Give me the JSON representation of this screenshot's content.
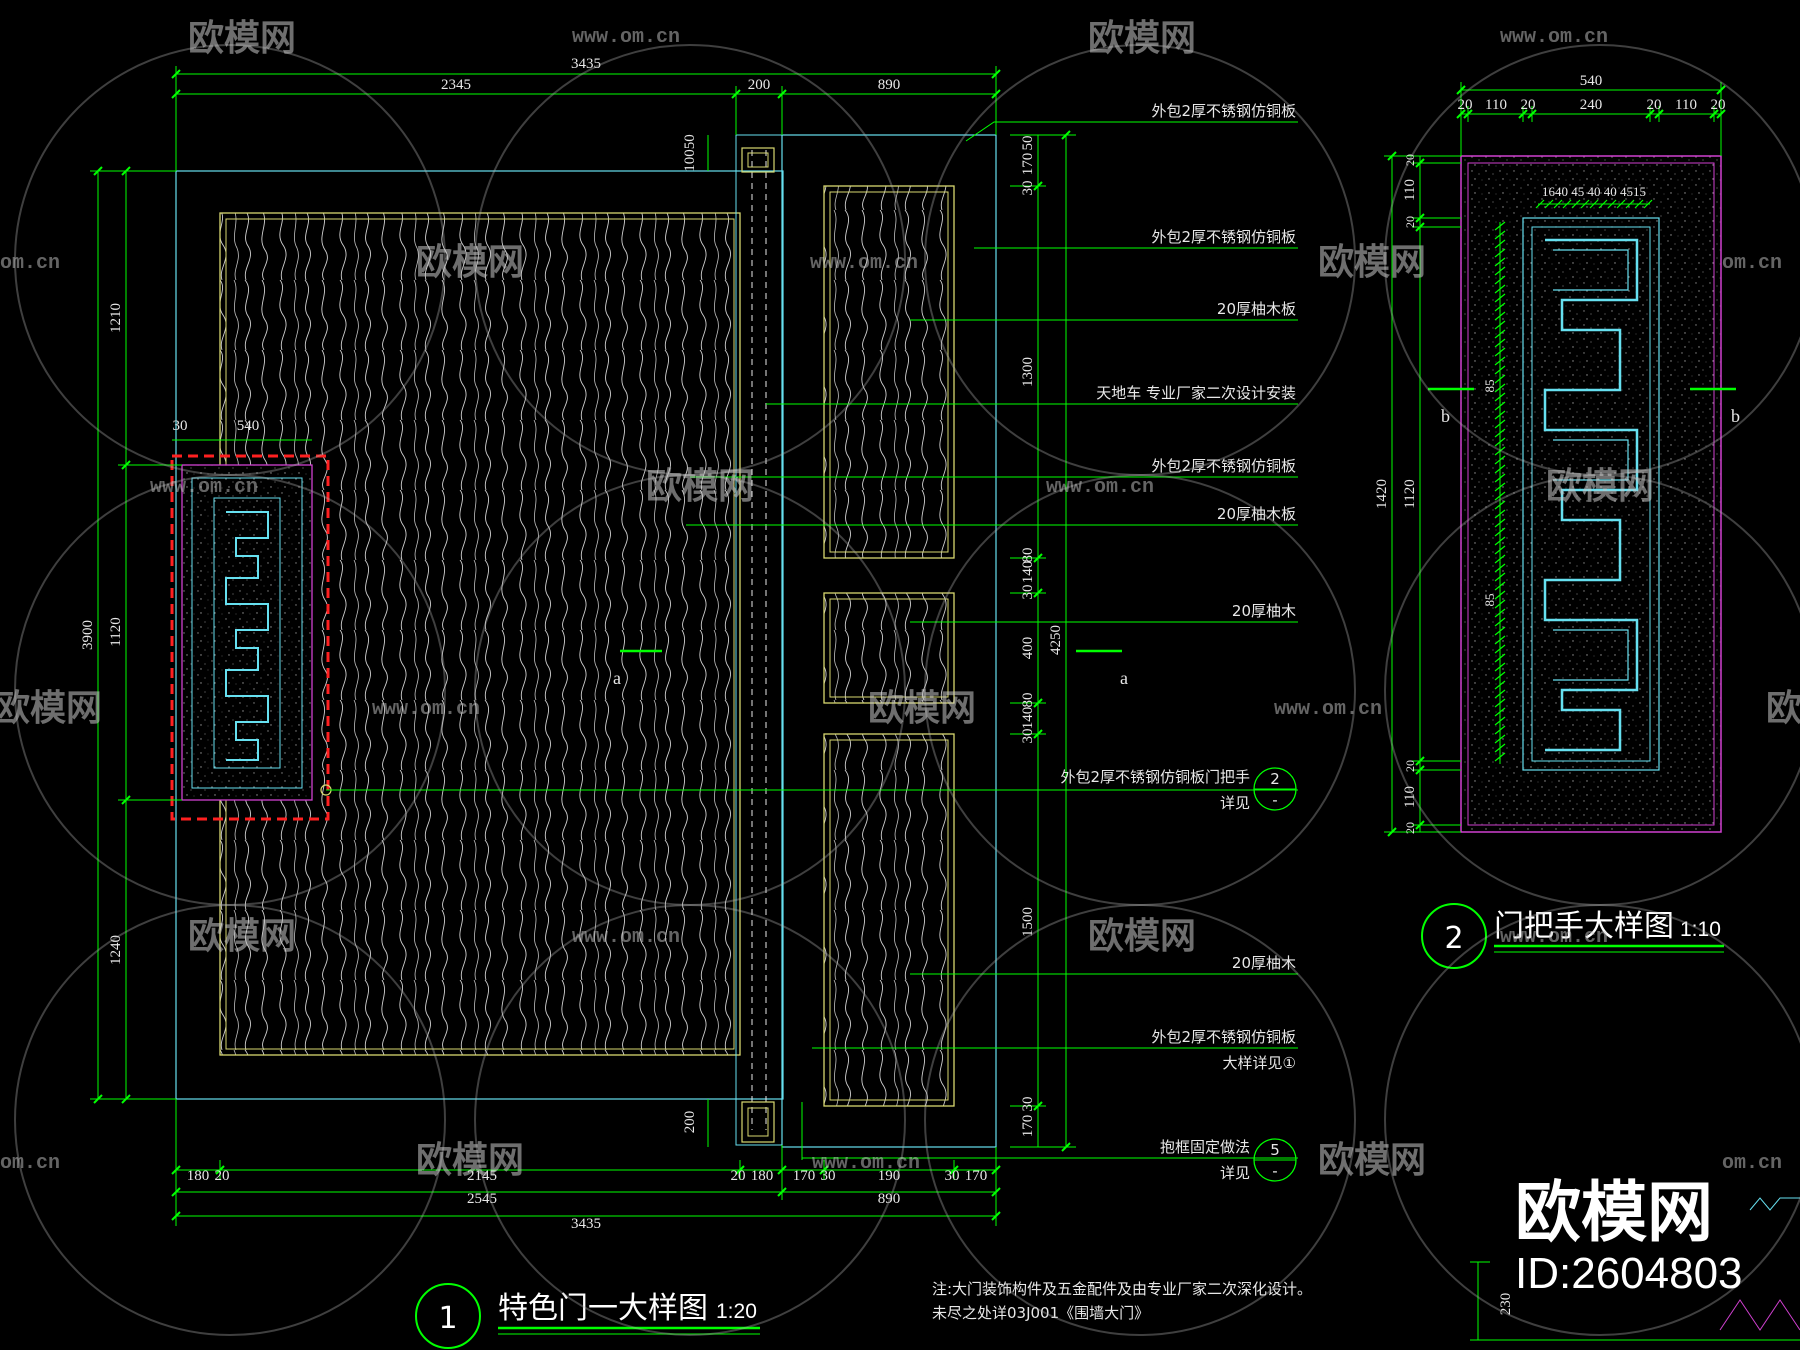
{
  "drawing1": {
    "title": "特色门一大样图",
    "scale": "1:20",
    "number": "1",
    "top_dims": [
      "3435",
      "2345",
      "200",
      "890"
    ],
    "bottom_dims_row1": [
      "180",
      "20",
      "2145",
      "20",
      "180",
      "170",
      "30",
      "190",
      "30",
      "170"
    ],
    "bottom_dims_row2": [
      "2545",
      "890"
    ],
    "bottom_dims_row3": "3435",
    "left_dims": [
      "3900",
      "1210",
      "1120",
      "1240"
    ],
    "handle_dims": [
      "30",
      "540"
    ],
    "right_dims": [
      "50",
      "170",
      "30",
      "1300",
      "30",
      "140",
      "80",
      "400",
      "80",
      "140",
      "30",
      "1500",
      "30",
      "170",
      "4250"
    ],
    "small_dims": [
      "10050",
      "200"
    ],
    "section_mark": "a",
    "callouts": [
      "外包2厚不锈钢仿铜板",
      "外包2厚不锈钢仿铜板",
      "20厚柚木板",
      "天地车  专业厂家二次设计安装",
      "外包2厚不锈钢仿铜板",
      "20厚柚木板",
      "20厚柚木",
      "外包2厚不锈钢仿铜板门把手",
      "详见",
      "20厚柚木",
      "外包2厚不锈钢仿铜板",
      "大样详见①",
      "抱框固定做法",
      "详见"
    ],
    "detail_refs": [
      {
        "top": "2",
        "bottom": "-"
      },
      {
        "top": "5",
        "bottom": "-"
      }
    ],
    "notes": [
      "注:大门装饰构件及五金配件及由专业厂家二次深化设计。",
      "未尽之处详03J001《围墙大门》"
    ]
  },
  "drawing2": {
    "title": "门把手大样图",
    "scale": "1:10",
    "number": "2",
    "top_dims": [
      "540",
      "20",
      "110",
      "20",
      "240",
      "20",
      "110",
      "20"
    ],
    "inner_dims": "1640 45 40 40 4515",
    "left_dims": [
      "1420",
      "20",
      "110",
      "20",
      "1120",
      "20",
      "110",
      "20"
    ],
    "side_dims": [
      "85",
      "85"
    ],
    "section_mark": "b"
  },
  "watermark": {
    "brand": "欧模网",
    "url": "www.om.cn",
    "url_short": "om.cn",
    "partial": "欧模网"
  },
  "corner_brand": {
    "name": "欧模网",
    "id": "ID:2604803",
    "dim": "230"
  },
  "colors": {
    "green": "#00ff00",
    "cyan": "#66e0f0",
    "yellow": "#d8d870",
    "magenta": "#d040d0",
    "red": "#ff2020",
    "white": "#ffffff"
  }
}
